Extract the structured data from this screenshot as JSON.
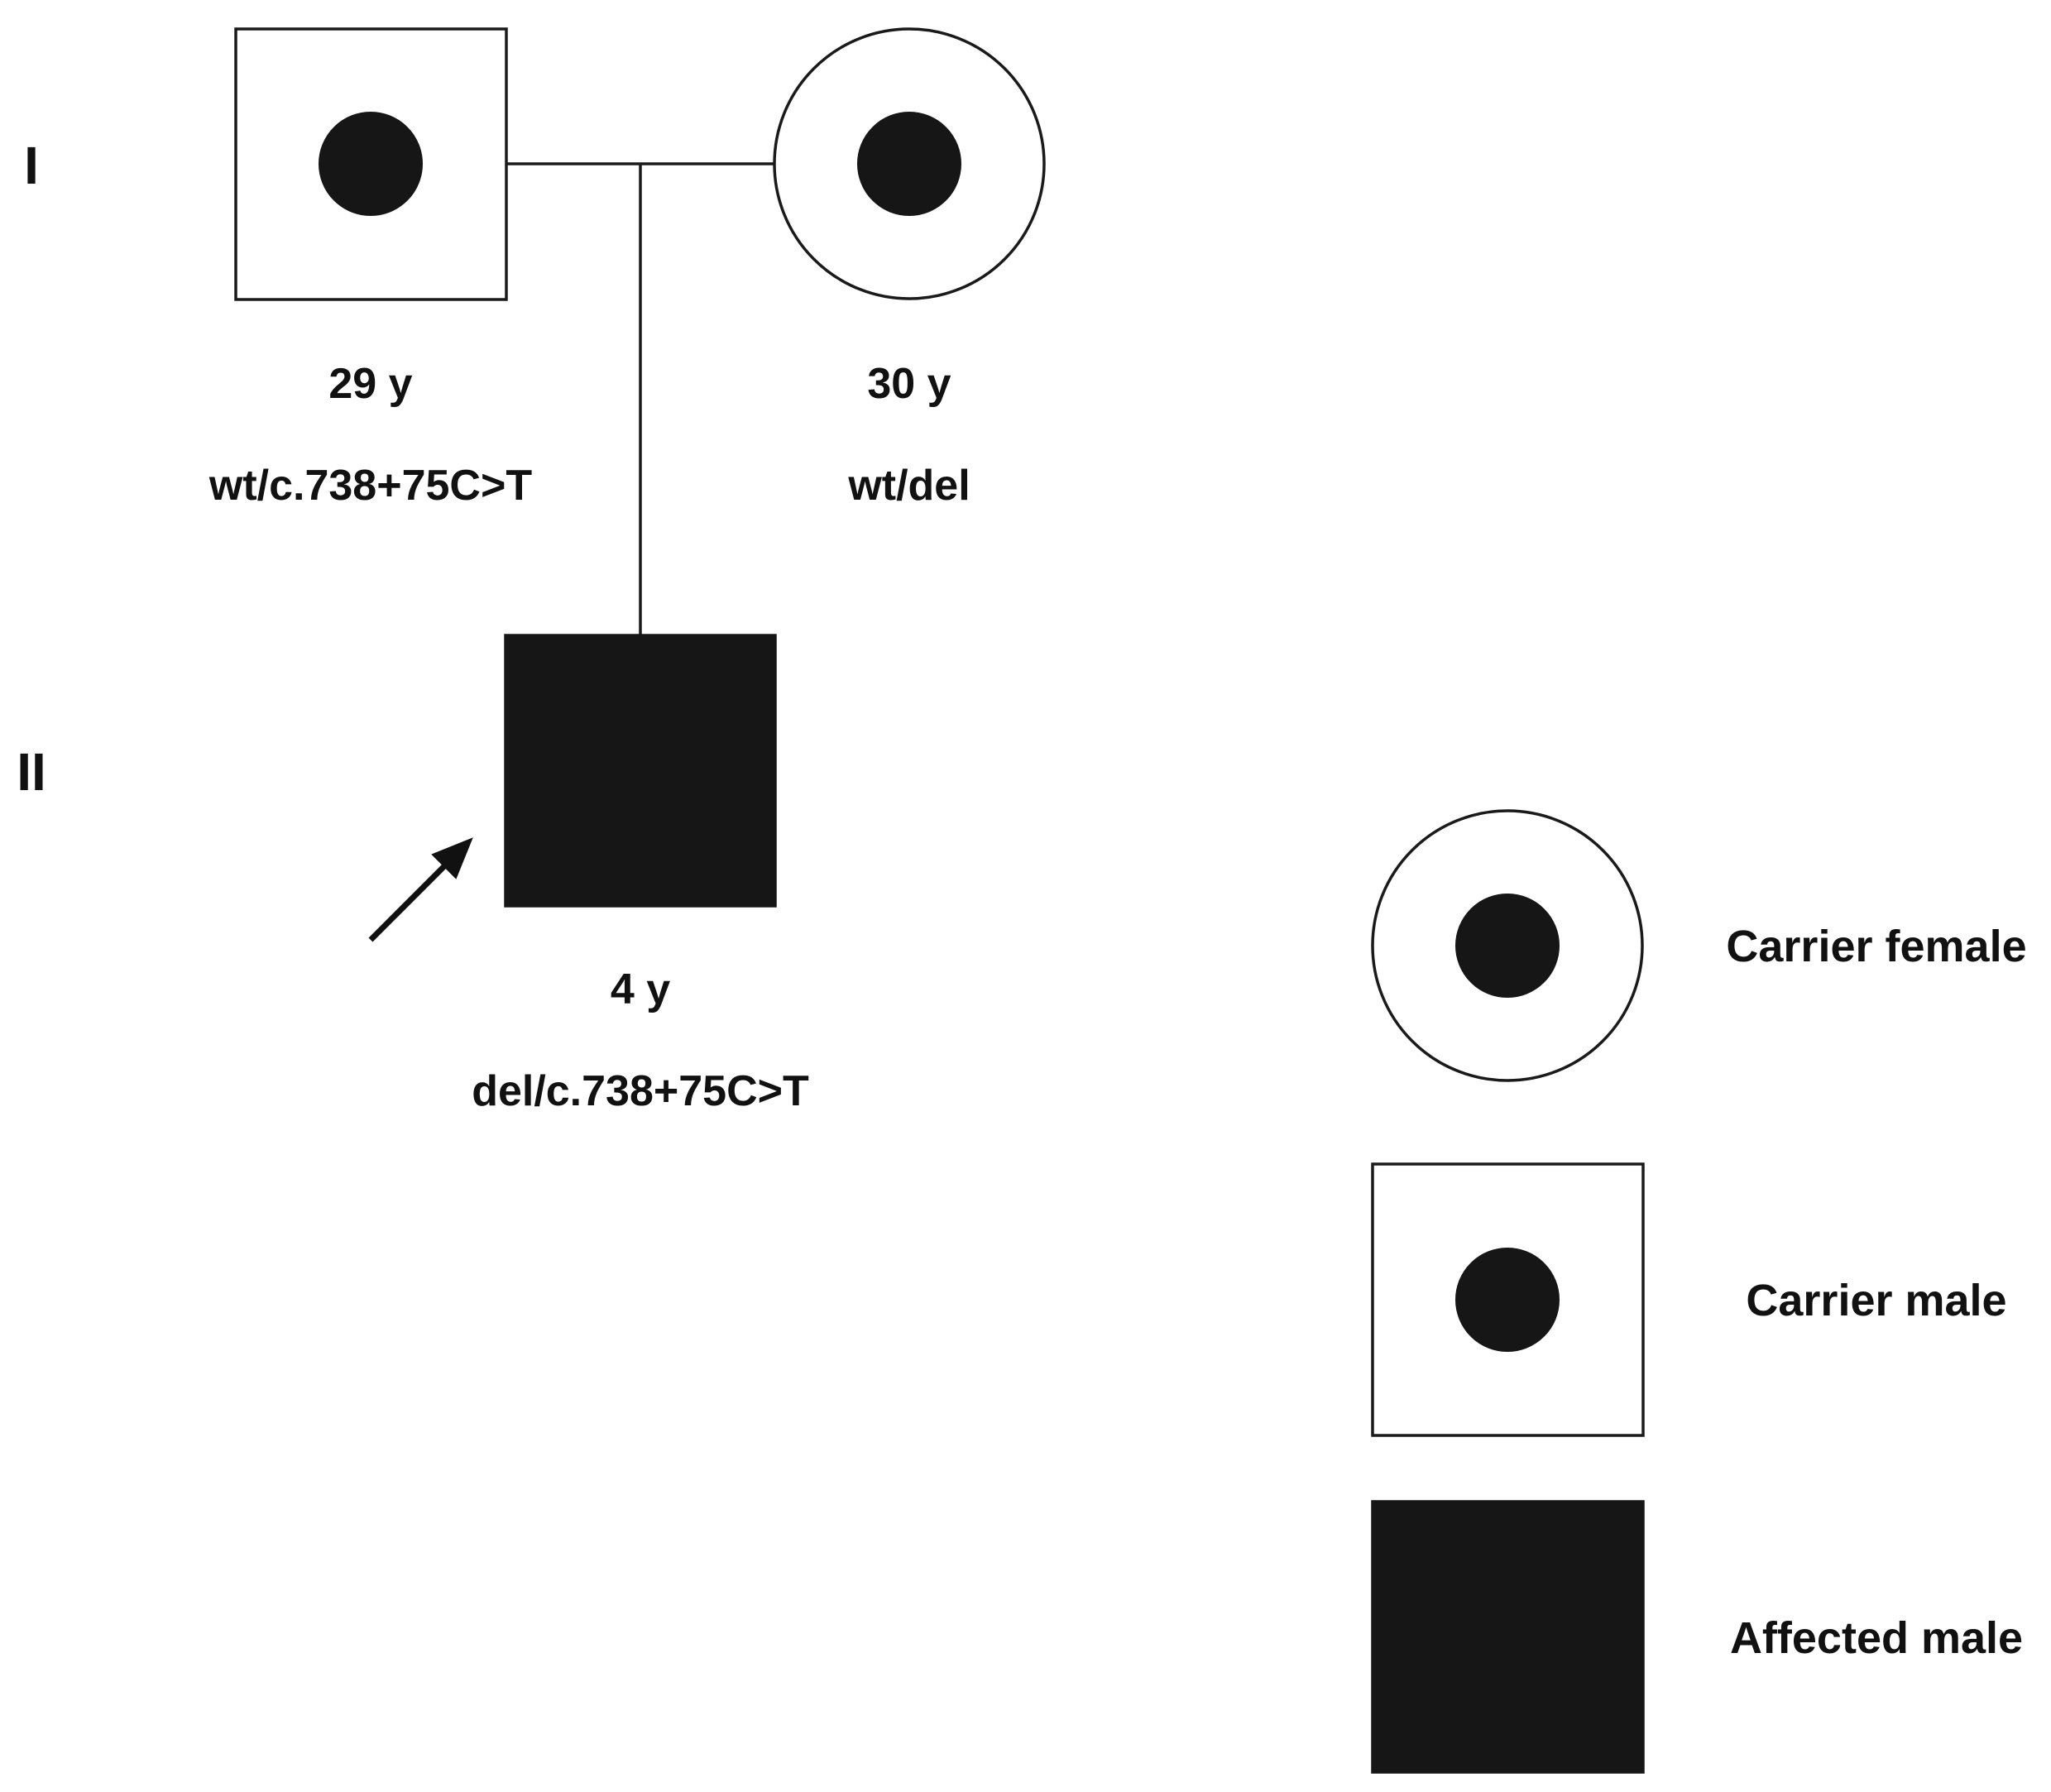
{
  "generations": [
    "I",
    "II"
  ],
  "individuals": {
    "father": {
      "type": "carrier-male",
      "age": "29 y",
      "genotype": "wt/c.738+75C>T"
    },
    "mother": {
      "type": "carrier-female",
      "age": "30 y",
      "genotype": "wt/del"
    },
    "proband": {
      "type": "affected-male",
      "age": "4 y",
      "genotype": "del/c.738+75C>T",
      "is_proband": true
    }
  },
  "legend": [
    {
      "symbol": "carrier-female",
      "label": "Carrier female"
    },
    {
      "symbol": "carrier-male",
      "label": "Carrier male"
    },
    {
      "symbol": "affected-male",
      "label": "Affected male"
    }
  ],
  "colors": {
    "fill": "#161616",
    "stroke": "#1a1a1a",
    "background": "#ffffff"
  }
}
